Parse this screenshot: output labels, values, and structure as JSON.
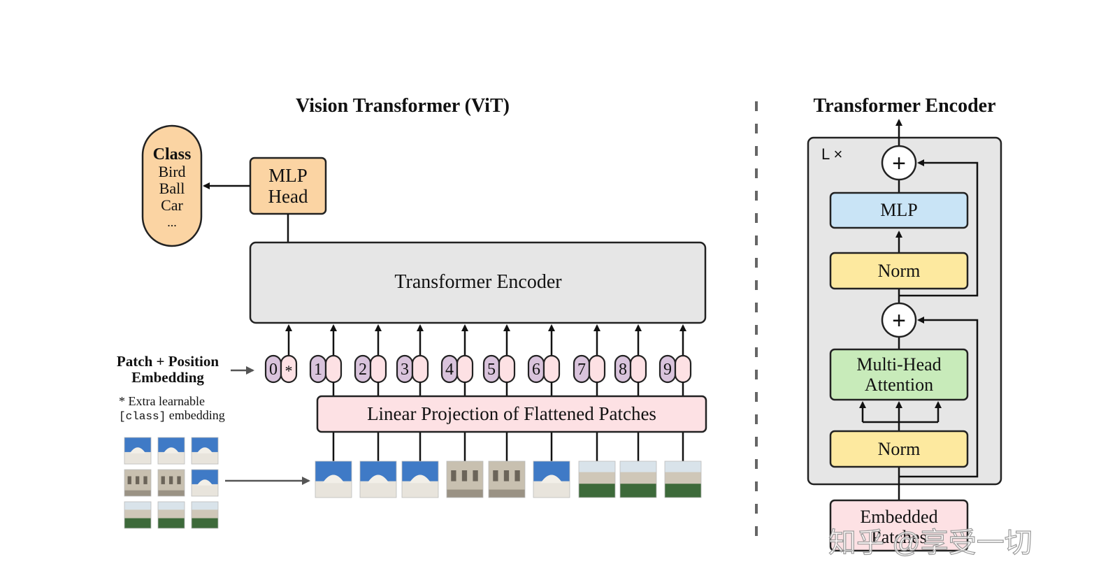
{
  "colors": {
    "class_box": "#fbd4a3",
    "mlp_head": "#fbd4a3",
    "encoder_box": "#e6e6e6",
    "encoder_panel": "#e6e6e6",
    "pos_embed": "#d9c3dc",
    "patch_embed": "#fde1e4",
    "linear_proj": "#fde1e4",
    "mlp_block": "#c9e4f6",
    "norm_block": "#fde99f",
    "attention_block": "#c8ebba",
    "embedded_patches": "#fde1e4",
    "stroke": "#222222",
    "dashed_divider": "#666666",
    "patch_sky": "#3f7ac6",
    "patch_stone": "#c8c0b0",
    "patch_green": "#3d6a3a"
  },
  "vit": {
    "title": "Vision Transformer (ViT)",
    "class_box": {
      "heading": "Class",
      "items": [
        "Bird",
        "Ball",
        "Car",
        "..."
      ]
    },
    "mlp_head": {
      "line1": "MLP",
      "line2": "Head"
    },
    "encoder_label": "Transformer Encoder",
    "patch_position_label": {
      "line1": "Patch + Position",
      "line2": "Embedding"
    },
    "extra_note": {
      "line1": "* Extra learnable",
      "code": "[class]",
      "line2_rest": " embedding"
    },
    "tokens": [
      "0",
      "1",
      "2",
      "3",
      "4",
      "5",
      "6",
      "7",
      "8",
      "9"
    ],
    "class_token_marker": "*",
    "linear_projection": "Linear Projection of Flattened Patches"
  },
  "encoder_detail": {
    "title": "Transformer Encoder",
    "repeat_label": "L ×",
    "plus_symbol": "+",
    "mlp": "MLP",
    "norm_top": "Norm",
    "attention": {
      "line1": "Multi-Head",
      "line2": "Attention"
    },
    "norm_bottom": "Norm",
    "embedded": {
      "line1": "Embedded",
      "line2": "Patches"
    }
  },
  "watermark": "知乎 @享受一切"
}
